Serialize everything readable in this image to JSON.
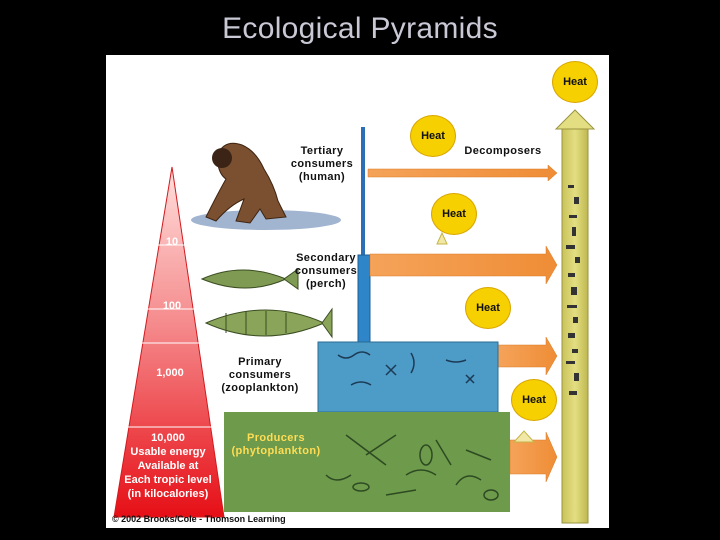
{
  "slide": {
    "title": "Ecological Pyramids"
  },
  "diagram": {
    "pyramid_levels": [
      {
        "value": "10"
      },
      {
        "value": "100"
      },
      {
        "value": "1,000"
      },
      {
        "value": "10,000",
        "lines": [
          "Usable energy",
          "Available at",
          "Each tropic level",
          "(in kilocalories)"
        ]
      }
    ],
    "consumers": {
      "tertiary": [
        "Tertiary",
        "consumers",
        "(human)"
      ],
      "secondary": [
        "Secondary",
        "consumers",
        "(perch)"
      ],
      "primary": [
        "Primary",
        "consumers",
        "(zooplankton)"
      ],
      "producers": [
        "Producers",
        "(phytoplankton)"
      ]
    },
    "decomposers_label": "Decomposers",
    "heat_label": "Heat",
    "credit": "© 2002 Brooks/Cole - Thomson Learning"
  },
  "colors": {
    "pyramid_top": "#ffd3cf",
    "pyramid_bottom": "#e60f16",
    "arrow_orange": "#f19a46",
    "heat_yellow": "#f6d000",
    "bar_olive": "#d4ce62",
    "water_blue": "#2e86c9",
    "algae_green": "#6d9a4b"
  }
}
